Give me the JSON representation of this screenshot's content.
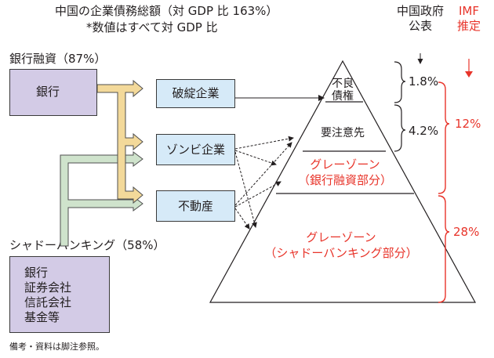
{
  "title": {
    "line1": "中国の企業債務総額（対 GDP 比 163%）",
    "line2": "*数値はすべて対 GDP 比"
  },
  "bank_loans": {
    "label": "銀行融資（87%）",
    "box": [
      "銀行"
    ]
  },
  "shadow_banking": {
    "label": "シャドーバンキング（58%）",
    "box": [
      "銀行",
      "証券会社",
      "信託会社",
      "基金等"
    ]
  },
  "borrowers": {
    "bankrupt": "破綻企業",
    "zombie": "ゾンビ企業",
    "real_estate": "不動産"
  },
  "pyramid": {
    "npl": [
      "不良",
      "債権"
    ],
    "special_mention": "要注意先",
    "gray_bank": [
      "グレーゾーン",
      "（銀行融資部分）"
    ],
    "gray_shadow": [
      "グレーゾーン",
      "（シャドーバンキング部分）"
    ]
  },
  "estimates": {
    "govt_header": [
      "中国政府",
      "公表"
    ],
    "imf_header": [
      "IMF",
      "推定"
    ],
    "govt_npl": "1.8%",
    "govt_special": "4.2%",
    "imf_bank": "12%",
    "imf_shadow": "28%"
  },
  "colors": {
    "purple_box": "#d3cbe6",
    "blue_box": "#d6eaf8",
    "bank_arrow": "#f3d99a",
    "shadow_arrow": "#cfe3cc",
    "imf_red": "#e8342a"
  },
  "footnote": "備考・資料は脚注参照。"
}
